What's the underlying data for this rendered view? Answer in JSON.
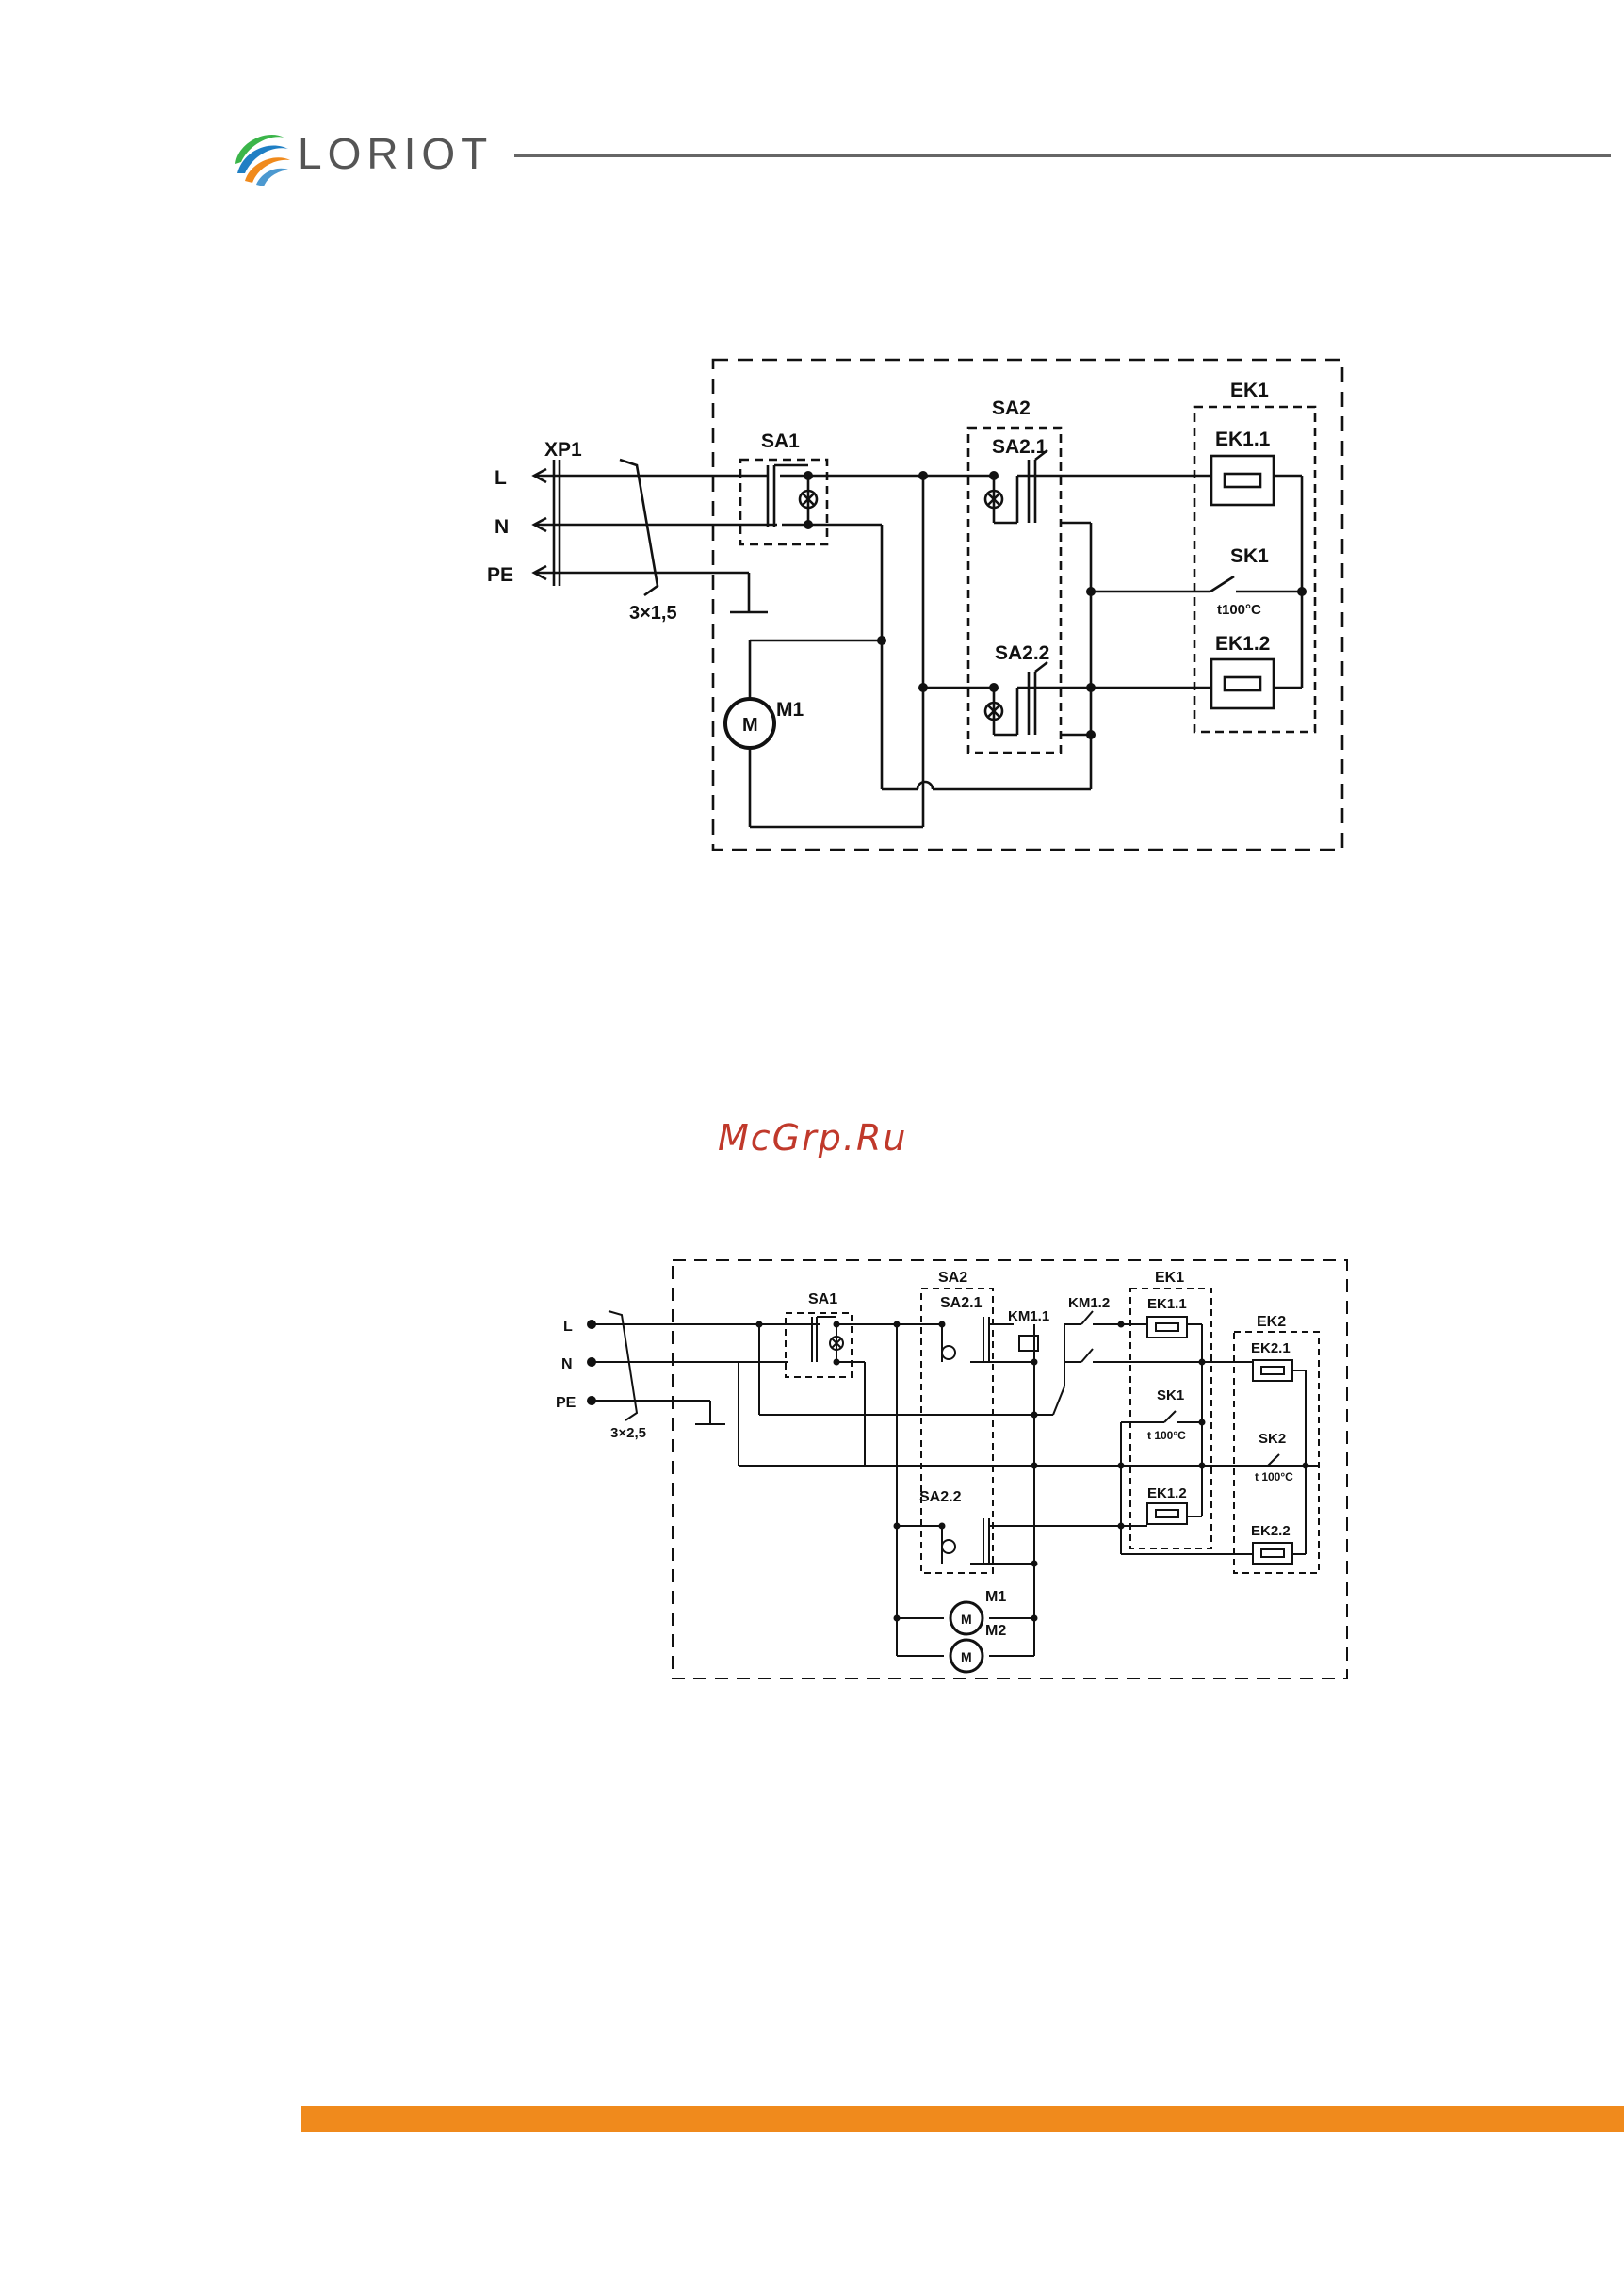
{
  "header": {
    "brand": "LORIOT",
    "brand_colors": {
      "blue": "#1f7fc4",
      "green": "#3bb54a",
      "orange": "#f08a1c",
      "text": "#555555"
    }
  },
  "watermark": {
    "text": "McGrp.Ru",
    "color": "#c0392b"
  },
  "footer": {
    "bar_color": "#f08a1c"
  },
  "diagram1": {
    "terminals": [
      "L",
      "N",
      "PE"
    ],
    "connector": "XP1",
    "cable": "3×1,5",
    "sa1": "SA1",
    "sa2": "SA2",
    "sa2_1": "SA2.1",
    "sa2_2": "SA2.2",
    "ek1": "EK1",
    "ek1_1": "EK1.1",
    "ek1_2": "EK1.2",
    "sk1": "SK1",
    "sk1_temp": "t100°C",
    "motor": "M",
    "m1": "M1"
  },
  "diagram2": {
    "terminals": [
      "L",
      "N",
      "PE"
    ],
    "cable": "3×2,5",
    "sa1": "SA1",
    "sa2": "SA2",
    "sa2_1": "SA2.1",
    "sa2_2": "SA2.2",
    "km1_1": "KM1.1",
    "km1_2": "KM1.2",
    "ek1": "EK1",
    "ek1_1": "EK1.1",
    "ek1_2": "EK1.2",
    "sk1": "SK1",
    "sk1_temp": "t 100°C",
    "ek2": "EK2",
    "ek2_1": "EK2.1",
    "ek2_2": "EK2.2",
    "sk2": "SK2",
    "sk2_temp": "t 100°C",
    "motor": "M",
    "m1": "M1",
    "m2": "M2"
  }
}
